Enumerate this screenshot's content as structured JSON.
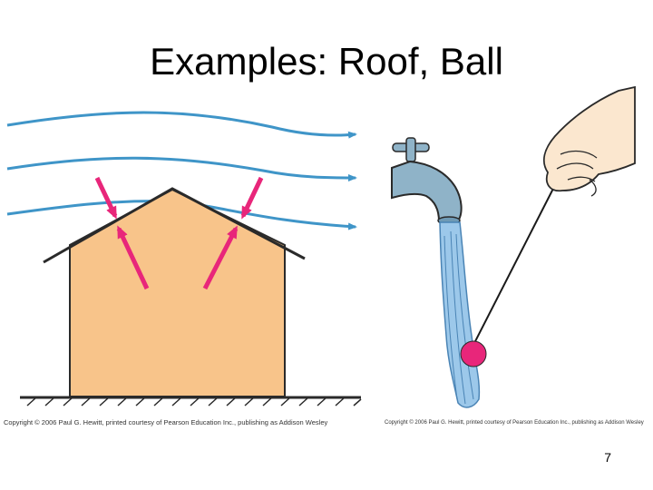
{
  "slide": {
    "title": "Examples: Roof, Ball",
    "page_number": "7"
  },
  "credits": {
    "left": "Copyright © 2006 Paul G. Hewitt, printed courtesy of Pearson Education Inc., publishing as Addison Wesley",
    "right": "Copyright © 2006 Paul G. Hewitt, printed courtesy of Pearson Education Inc., publishing as Addison Wesley"
  },
  "colors": {
    "wind": "#3f95c8",
    "house_fill": "#f8c48a",
    "force_arrow": "#e8267a",
    "faucet": "#8fb3c8",
    "water": "#7fb8e0",
    "ball": "#e8267a",
    "hand": "#fbe7cf"
  }
}
